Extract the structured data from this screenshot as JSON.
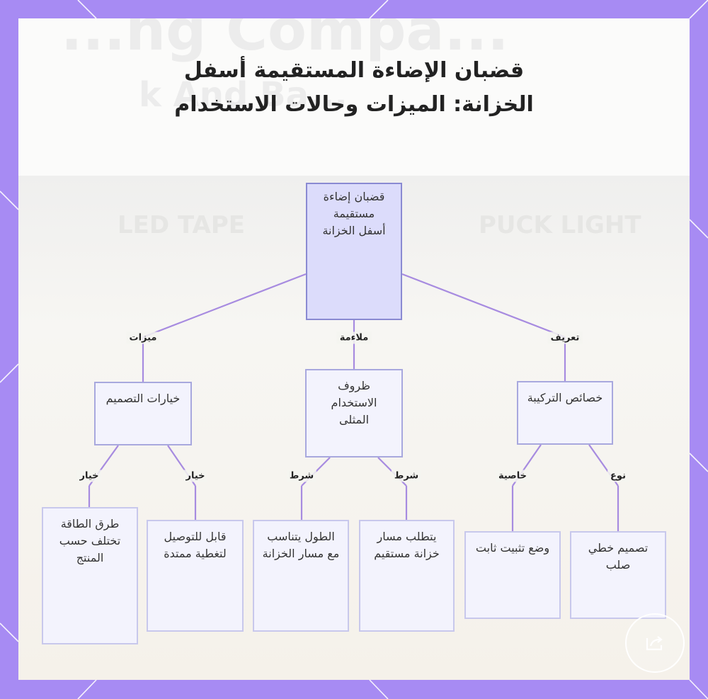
{
  "title": "قضبان الإضاءة المستقيمة أسفل الخزانة: الميزات وحالات الاستخدام",
  "watermark": {
    "line1": "...ng Compa...",
    "line2": "k And Ba...",
    "brand1": "LED TAPE",
    "brand2": "PUCK LIGHT"
  },
  "nodes": {
    "root": "قضبان إضاءة مستقيمة أسفل الخزانة",
    "features": "خيارات التصميم",
    "conditions": "ظروف الاستخدام المثلى",
    "properties": "خصائص التركيبة",
    "leaf_power": "طرق الطاقة تختلف حسب المنتج",
    "leaf_connect": "قابل للتوصيل لتغطية ممتدة",
    "leaf_length": "الطول يتناسب مع مسار الخزانة",
    "leaf_straight": "يتطلب مسار خزانة مستقيم",
    "leaf_fixed": "وضع تثبيت ثابت",
    "leaf_linear": "تصميم خطي صلب"
  },
  "edge_labels": {
    "root_features": "ميزات",
    "root_conditions": "ملاءمة",
    "root_properties": "تعريف",
    "features_power": "خيار",
    "features_connect": "خيار",
    "conditions_length": "شرط",
    "conditions_straight": "شرط",
    "properties_fixed": "خاصية",
    "properties_linear": "نوع"
  },
  "colors": {
    "frame": "#a78bf3",
    "edge": "#a78be0",
    "root_fill": "#dcdcfb",
    "node_fill": "#f3f3fd"
  },
  "icons": {
    "share": "share-icon"
  }
}
